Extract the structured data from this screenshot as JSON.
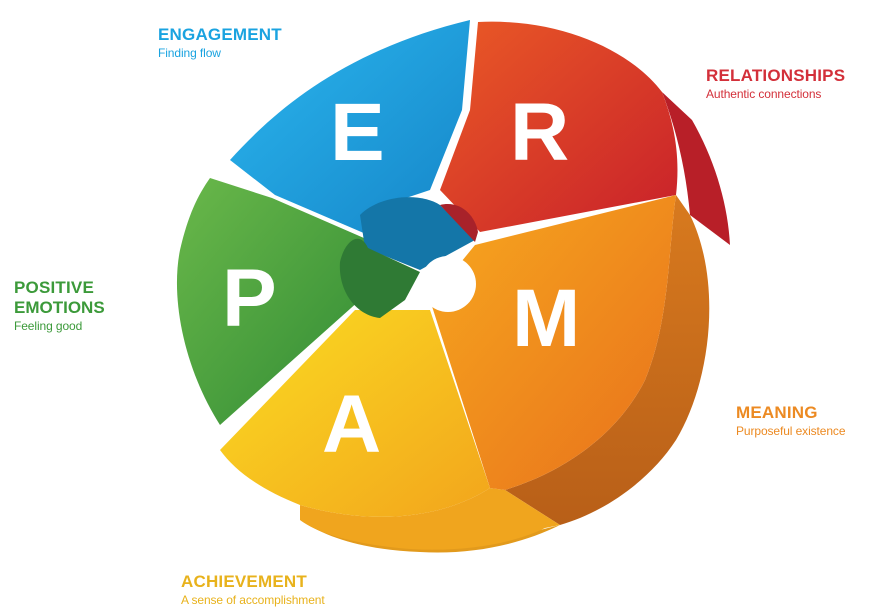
{
  "colors": {
    "engagement": "#1aa3e0",
    "relationships": "#d83a2b",
    "positive_emotions": "#3c9a3a",
    "meaning": "#f08a1c",
    "achievement": "#f4c020"
  },
  "segments": {
    "engagement": {
      "letter": "E",
      "title": "ENGAGEMENT",
      "subtitle": "Finding flow"
    },
    "relationships": {
      "letter": "R",
      "title": "RELATIONSHIPS",
      "subtitle": "Authentic connections"
    },
    "positive_emotions": {
      "letter": "P",
      "title_line1": "POSITIVE",
      "title_line2": "EMOTIONS",
      "subtitle": "Feeling good"
    },
    "meaning": {
      "letter": "M",
      "title": "MEANING",
      "subtitle": "Purposeful existence"
    },
    "achievement": {
      "letter": "A",
      "title": "ACHIEVEMENT",
      "subtitle": "A sense of accomplishment"
    }
  }
}
